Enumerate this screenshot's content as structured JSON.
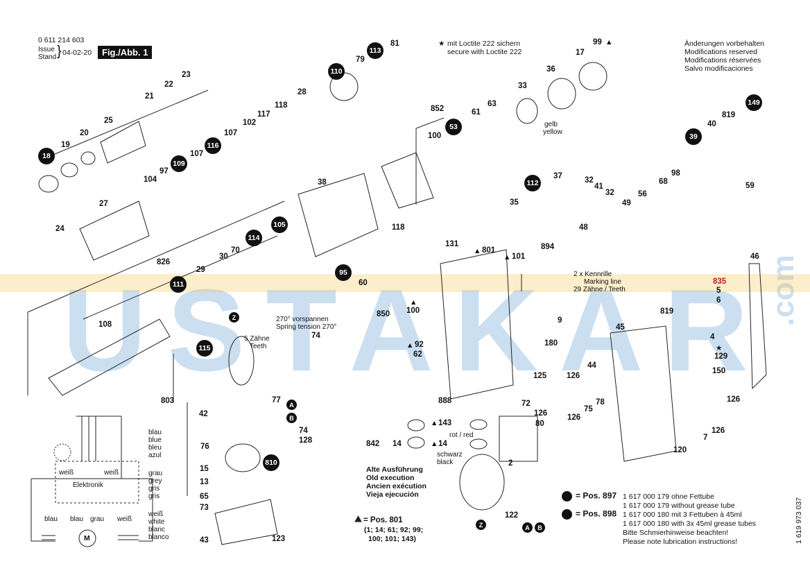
{
  "header": {
    "doc_number": "0 611 214 603",
    "issue_label": "Issue",
    "stand_label": "Stand",
    "issue_date": "04-02-20",
    "figure_label": "Fig./Abb. 1",
    "loctite_de": "mit Loctite 222 sichern",
    "loctite_en": "secure with Loctite 222",
    "mods": [
      "Änderungen vorbehalten",
      "Modifications reserved",
      "Modifications réservées",
      "Salvo modificaciones"
    ]
  },
  "watermark": {
    "text": "USTAKAR",
    "suffix": ".com"
  },
  "parts": [
    {
      "id": "0",
      "n": "18",
      "badge": true
    },
    {
      "id": "1",
      "n": "19"
    },
    {
      "id": "2",
      "n": "20"
    },
    {
      "id": "3",
      "n": "25"
    },
    {
      "id": "4",
      "n": "21"
    },
    {
      "id": "5",
      "n": "22"
    },
    {
      "id": "6",
      "n": "23"
    },
    {
      "id": "7",
      "n": "109",
      "badge": true
    },
    {
      "id": "8",
      "n": "97"
    },
    {
      "id": "9",
      "n": "104"
    },
    {
      "id": "10",
      "n": "27"
    },
    {
      "id": "11",
      "n": "24"
    },
    {
      "id": "12",
      "n": "116",
      "badge": true
    },
    {
      "id": "13",
      "n": "107"
    },
    {
      "id": "14",
      "n": "107"
    },
    {
      "id": "15",
      "n": "102"
    },
    {
      "id": "16",
      "n": "28"
    },
    {
      "id": "17",
      "n": "110",
      "badge": true
    },
    {
      "id": "18",
      "n": "79"
    },
    {
      "id": "19",
      "n": "113",
      "badge": true
    },
    {
      "id": "20",
      "n": "81"
    },
    {
      "id": "21",
      "n": "117"
    },
    {
      "id": "22",
      "n": "118"
    },
    {
      "id": "23",
      "n": "852"
    },
    {
      "id": "24",
      "n": "61"
    },
    {
      "id": "25",
      "n": "53",
      "badge": true
    },
    {
      "id": "26",
      "n": "100"
    },
    {
      "id": "27",
      "n": "63"
    },
    {
      "id": "28",
      "n": "33"
    },
    {
      "id": "29",
      "n": "36"
    },
    {
      "id": "30",
      "n": "17"
    },
    {
      "id": "31",
      "n": "99"
    },
    {
      "id": "32",
      "n": "149",
      "badge": true
    },
    {
      "id": "33",
      "n": "819"
    },
    {
      "id": "34",
      "n": "40"
    },
    {
      "id": "35",
      "n": "39",
      "badge": true
    },
    {
      "id": "36",
      "n": "98"
    },
    {
      "id": "37",
      "n": "59"
    },
    {
      "id": "38",
      "n": "38"
    },
    {
      "id": "39",
      "n": "118"
    },
    {
      "id": "40",
      "n": "105",
      "badge": true
    },
    {
      "id": "41",
      "n": "114",
      "badge": true
    },
    {
      "id": "42",
      "n": "70"
    },
    {
      "id": "43",
      "n": "30"
    },
    {
      "id": "44",
      "n": "29"
    },
    {
      "id": "45",
      "n": "826"
    },
    {
      "id": "46",
      "n": "111",
      "badge": true
    },
    {
      "id": "47",
      "n": "108"
    },
    {
      "id": "48",
      "n": "95",
      "badge": true
    },
    {
      "id": "49",
      "n": "60"
    },
    {
      "id": "50",
      "n": "112",
      "badge": true
    },
    {
      "id": "51",
      "n": "37"
    },
    {
      "id": "52",
      "n": "32"
    },
    {
      "id": "53",
      "n": "41"
    },
    {
      "id": "54",
      "n": "32"
    },
    {
      "id": "55",
      "n": "56"
    },
    {
      "id": "56",
      "n": "68"
    },
    {
      "id": "57",
      "n": "35"
    },
    {
      "id": "58",
      "n": "49"
    },
    {
      "id": "59",
      "n": "48"
    },
    {
      "id": "60",
      "n": "131"
    },
    {
      "id": "61",
      "n": "801"
    },
    {
      "id": "62",
      "n": "101"
    },
    {
      "id": "63",
      "n": "894"
    },
    {
      "id": "64",
      "n": "46"
    },
    {
      "id": "65",
      "n": "835"
    },
    {
      "id": "66",
      "n": "5"
    },
    {
      "id": "67",
      "n": "6"
    },
    {
      "id": "68",
      "n": "100"
    },
    {
      "id": "69",
      "n": "850"
    },
    {
      "id": "70",
      "n": "92"
    },
    {
      "id": "71",
      "n": "62"
    },
    {
      "id": "72",
      "n": "9"
    },
    {
      "id": "73",
      "n": "180"
    },
    {
      "id": "74",
      "n": "819"
    },
    {
      "id": "75",
      "n": "45"
    },
    {
      "id": "76",
      "n": "4"
    },
    {
      "id": "77",
      "n": "129"
    },
    {
      "id": "78",
      "n": "150"
    },
    {
      "id": "79",
      "n": "44"
    },
    {
      "id": "80",
      "n": "126"
    },
    {
      "id": "81",
      "n": "125"
    },
    {
      "id": "82",
      "n": "72"
    },
    {
      "id": "83",
      "n": "888"
    },
    {
      "id": "84",
      "n": "126"
    },
    {
      "id": "85",
      "n": "80"
    },
    {
      "id": "86",
      "n": "126"
    },
    {
      "id": "87",
      "n": "75"
    },
    {
      "id": "88",
      "n": "78"
    },
    {
      "id": "89",
      "n": "126"
    },
    {
      "id": "90",
      "n": "7"
    },
    {
      "id": "91",
      "n": "120"
    },
    {
      "id": "92",
      "n": "126"
    },
    {
      "id": "93",
      "n": "74"
    },
    {
      "id": "94",
      "n": "115",
      "badge": true
    },
    {
      "id": "95",
      "n": "803"
    },
    {
      "id": "96",
      "n": "77"
    },
    {
      "id": "97",
      "n": "42"
    },
    {
      "id": "98",
      "n": "74"
    },
    {
      "id": "99",
      "n": "128"
    },
    {
      "id": "100",
      "n": "76"
    },
    {
      "id": "101",
      "n": "810",
      "badge": true
    },
    {
      "id": "102",
      "n": "15"
    },
    {
      "id": "103",
      "n": "13"
    },
    {
      "id": "104",
      "n": "65"
    },
    {
      "id": "105",
      "n": "73"
    },
    {
      "id": "106",
      "n": "43"
    },
    {
      "id": "107",
      "n": "123"
    },
    {
      "id": "108",
      "n": "143"
    },
    {
      "id": "109",
      "n": "842"
    },
    {
      "id": "110",
      "n": "14"
    },
    {
      "id": "111",
      "n": "14"
    },
    {
      "id": "112",
      "n": "2"
    },
    {
      "id": "113",
      "n": "122"
    }
  ],
  "letters": [
    "Z",
    "Z",
    "A",
    "B",
    "A",
    "B"
  ],
  "annotations": {
    "gelb": "gelb",
    "yellow": "yellow",
    "knurl": [
      "2 x Kennrille",
      "Marking line",
      "29 Zähne / Teeth"
    ],
    "spring": [
      "270° vorspannen",
      "Spring tension 270°"
    ],
    "teeth": [
      "5 Zähne",
      "Teeth"
    ],
    "rotred": "rot / red",
    "schwarz": "schwarz",
    "black": "black",
    "old_exec": [
      "Alte Ausführung",
      "Old execution",
      "Ancien exécution",
      "Vieja ejecución"
    ],
    "pos801_label": "= Pos. 801",
    "pos801_list": [
      "(1; 14; 61; 92; 99;",
      "100; 101; 143)"
    ],
    "side_code": "1 619 973 037"
  },
  "wires": {
    "blau": [
      "blau",
      "blue",
      "bleu",
      "azul"
    ],
    "grau": [
      "grau",
      "grey",
      "gris",
      "gris"
    ],
    "weiss": [
      "weiß",
      "white",
      "blanc",
      "blanco"
    ],
    "elektronik": "Elektronik",
    "weiss_small": "weiß",
    "blau_small": "blau",
    "grau_small": "grau",
    "motor": "M"
  },
  "lube": {
    "pos897": "= Pos. 897",
    "pos898": "= Pos. 898",
    "l1": "1 617 000 179 ohne Fettube",
    "l2": "1 617 000 179 without grease tube",
    "l3": "1 617 000 180 mit 3 Fettuben à 45ml",
    "l4": "1 617 000 180 with 3x 45ml grease tubes",
    "l5": "Bitte Schmierhinweise beachten!",
    "l6": "Please note lubrication instructions!"
  }
}
